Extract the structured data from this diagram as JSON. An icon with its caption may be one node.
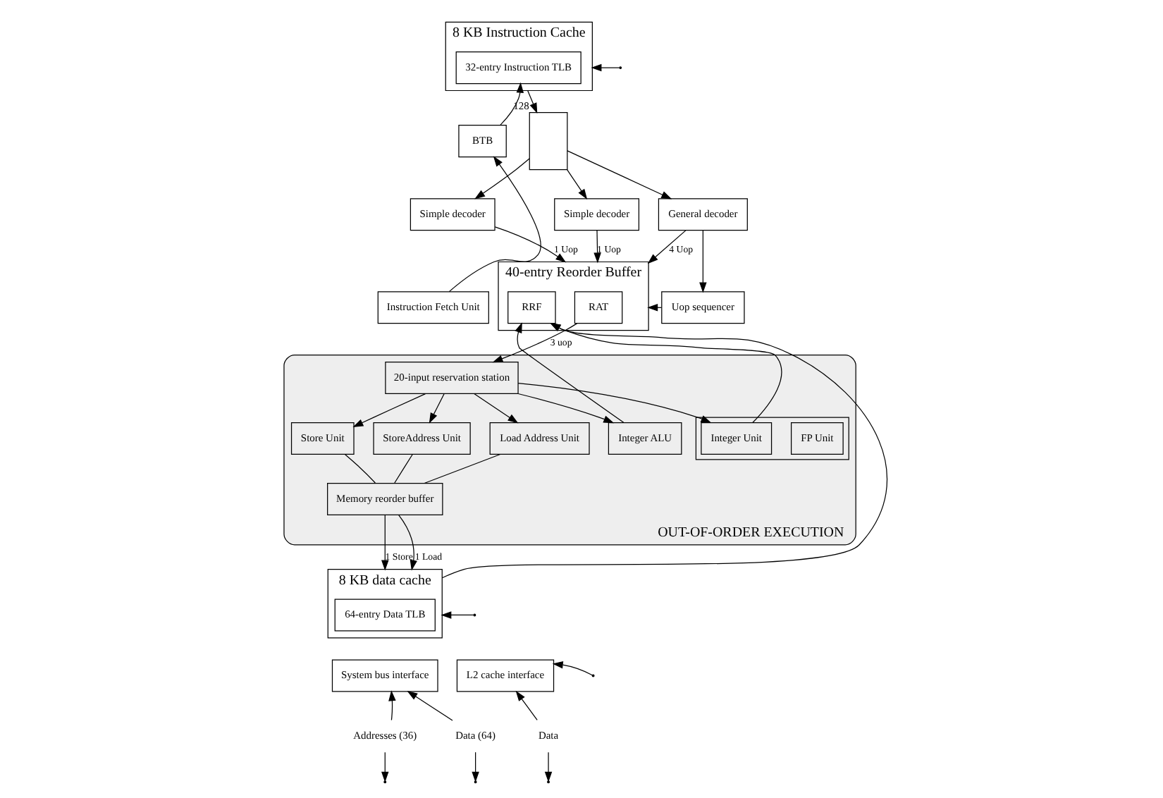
{
  "diagram": {
    "nodes": [
      {
        "text": [
          "8 KB Instruction Cache"
        ]
      },
      {
        "text": [
          "32-entry Instruction TLB"
        ],
        "in": 0
      },
      {
        "text": [
          "BTB"
        ]
      },
      {
        "text": [
          "Instruction Fetch Unit"
        ]
      },
      {
        "text": [],
        "shape": "box",
        "beside": [
          "128"
        ]
      },
      {
        "text": [
          "Simple decoder"
        ]
      },
      {
        "text": [
          "Simple decoder"
        ]
      },
      {
        "text": [
          "General decoder"
        ]
      },
      {
        "text": [
          "Uop sequencer"
        ]
      },
      {
        "text": [
          "40-entry Reorder Buffer"
        ]
      },
      {
        "text": [
          "RAT"
        ],
        "in": 9
      },
      {
        "text": [
          "RRF"
        ],
        "in": 9
      },
      {
        "text": [
          "OUT-OF-ORDER EXECUTION"
        ]
      },
      {
        "text": [
          "20-input reservation station"
        ],
        "in": 12
      },
      {
        "text": [
          "Store Unit"
        ],
        "in": 12
      },
      {
        "text": [
          "StoreAddress Unit"
        ],
        "in": 12
      },
      {
        "text": [
          "Load Address Unit"
        ],
        "in": 12
      },
      {
        "text": [
          "Integer ALU"
        ],
        "in": 12
      },
      {
        "text": [],
        "shape": "box",
        "in": 12
      },
      {
        "text": [
          "FP Unit"
        ],
        "in": 18
      },
      {
        "text": [
          "Integer Unit"
        ],
        "in": 18
      },
      {
        "text": [
          "Memory reorder buffer"
        ],
        "in": 12
      },
      {
        "text": [
          "8 KB data cache"
        ]
      },
      {
        "text": [
          "64-entry Data TLB"
        ],
        "in": 22
      },
      {
        "text": [
          "System bus interface"
        ]
      },
      {
        "text": [
          "L2 cache interface"
        ]
      },
      {
        "text": [
          "Addresses (36)"
        ]
      },
      {
        "text": [
          "Data (64)"
        ]
      },
      {
        "text": [
          "Data"
        ]
      }
    ],
    "edges": [
      {
        "from": null,
        "to": 0,
        "arrow": "to"
      },
      {
        "from": 3,
        "to": 2,
        "arrow": "to"
      },
      {
        "from": 2,
        "to": 1,
        "arrow": "to"
      },
      {
        "from": 0,
        "to": 4,
        "arrow": "to"
      },
      {
        "from": 4,
        "to": 5,
        "arrow": "to"
      },
      {
        "from": 4,
        "to": 6,
        "arrow": "to"
      },
      {
        "from": 4,
        "to": 7,
        "arrow": "to"
      },
      {
        "from": 5,
        "to": 9,
        "arrow": "to",
        "label": "1 Uop"
      },
      {
        "from": 6,
        "to": 9,
        "arrow": "to",
        "label": "1 Uop"
      },
      {
        "from": 7,
        "to": 9,
        "arrow": "to",
        "label": "4 Uop"
      },
      {
        "from": 7,
        "to": 8,
        "arrow": "to"
      },
      {
        "from": 8,
        "to": 9,
        "arrow": "to"
      },
      {
        "from": 10,
        "to": 13,
        "arrow": "to",
        "label": "3 uop"
      },
      {
        "from": 13,
        "to": 14,
        "arrow": "to"
      },
      {
        "from": 13,
        "to": 15,
        "arrow": "to"
      },
      {
        "from": 13,
        "to": 16,
        "arrow": "to"
      },
      {
        "from": 13,
        "to": 17,
        "arrow": "to"
      },
      {
        "from": 13,
        "to": 20,
        "arrow": "to"
      },
      {
        "from": 17,
        "to": 11,
        "arrow": "to"
      },
      {
        "from": 20,
        "to": 11,
        "arrow": "to"
      },
      {
        "from": 22,
        "to": 11,
        "arrow": "to"
      },
      {
        "from": 14,
        "to": 21,
        "arrow": "none"
      },
      {
        "from": 15,
        "to": 21,
        "arrow": "none"
      },
      {
        "from": 16,
        "to": 21,
        "arrow": "none"
      },
      {
        "from": 21,
        "to": 22,
        "arrow": "to",
        "label": "1 Store"
      },
      {
        "from": 21,
        "to": 22,
        "arrow": "to",
        "label": "1 Load"
      },
      {
        "from": null,
        "to": 22,
        "arrow": "to"
      },
      {
        "from": null,
        "to": 25,
        "arrow": "to"
      },
      {
        "from": 26,
        "to": 24,
        "arrow": "to"
      },
      {
        "from": 26,
        "to": null,
        "arrow": "to"
      },
      {
        "from": 27,
        "to": 24,
        "arrow": "to"
      },
      {
        "from": 27,
        "to": null,
        "arrow": "to"
      },
      {
        "from": 28,
        "to": 25,
        "arrow": "to"
      },
      {
        "from": 28,
        "to": null,
        "arrow": "to"
      }
    ]
  }
}
